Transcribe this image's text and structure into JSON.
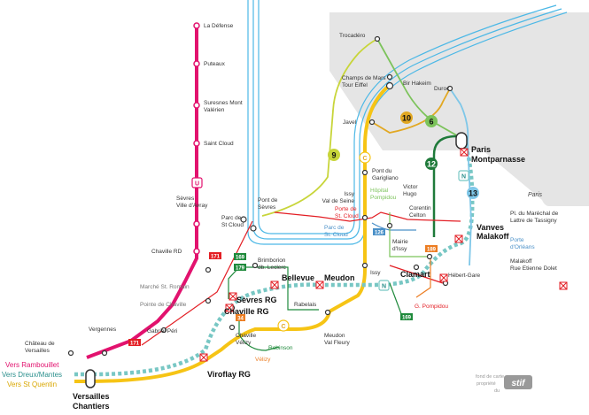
{
  "colors": {
    "paris_area": "#e5e5e5",
    "seine": "#4cb8e6",
    "line_u": "#e2126e",
    "rer_c": "#f6c415",
    "tram_n": "#78c7c4",
    "line_6": "#7cc35b",
    "line_9": "#c8d53a",
    "line_10": "#e2a823",
    "line_12": "#1f7a3a",
    "line_13": "#7fc7e8",
    "bus_red": "#e31e24",
    "bus_green": "#1f8a3c",
    "bus_blue": "#4a90c8",
    "bus_orange": "#ec7d22"
  },
  "area_label": "Paris",
  "stations": {
    "la_defense": "La Défense",
    "puteaux": "Puteaux",
    "suresnes": [
      "Suresnes Mont",
      "Valérien"
    ],
    "saint_cloud": "Saint Cloud",
    "sevres_ville": [
      "Sèvres",
      "Ville d'Avray"
    ],
    "chaville_rd": "Chaville RD",
    "marche_st_romain": "Marché St. Romain",
    "pointe_chaville": "Pointe de Chaville",
    "vergennes": "Vergennes",
    "gabriel_peri": "Gabriel Péri",
    "chateau_versailles": [
      "Château de",
      "Versailles"
    ],
    "pont_sevres": [
      "Pont de",
      "Sèvres"
    ],
    "parc_st_cloud": [
      "Parc de",
      "St Cloud"
    ],
    "brimborion": [
      "Brimborion",
      "db. Leclerc"
    ],
    "sevres_rg": "Sèvres RG",
    "chaville_rg": "Chaville RG",
    "viroflay_rg": "Viroflay RG",
    "chaville_velizy": [
      "Chaville",
      "Vélizy"
    ],
    "velizy": "Vélizy",
    "robinson": "Robinson",
    "bellevue": "Bellevue",
    "meudon": "Meudon",
    "rabelais": "Rabelais",
    "meudon_val_fleury": [
      "Meudon",
      "Val Fleury"
    ],
    "issy": "Issy",
    "issy_val_seine": [
      "Issy",
      "Val de Seine"
    ],
    "hopital_pompidou": [
      "Hôpital",
      "Pompidou"
    ],
    "porte_st_cloud": [
      "Porte de",
      "St. Cloud"
    ],
    "parc_st_cloud_13": [
      "Parc de",
      "St. Cloud"
    ],
    "pont_garigliano": [
      "Pont du",
      "Garigliano"
    ],
    "victor_hugo": [
      "Victor",
      "Hugo"
    ],
    "corentin_celton": [
      "Corentin",
      "Celton"
    ],
    "mairie_issy": [
      "Mairie",
      "d'Issy"
    ],
    "clamart": "Clamart",
    "hebert_gare": "Hébert-Gare",
    "g_pompidou": "G. Pompidou",
    "trocadero": "Trocadéro",
    "champs_de_mars": [
      "Champs de Mars",
      "Tour Eiffel"
    ],
    "bir_hakeim": "Bir Hakeim",
    "javel": "Javel",
    "duroc": "Duroc",
    "paris_montparnasse": [
      "Paris",
      "Montparnasse"
    ],
    "vanves_malakoff": [
      "Vanves",
      "Malakoff"
    ],
    "pl_marechal": [
      "Pl. du Maréchal de",
      "Lattre de Tassigny"
    ],
    "porte_orleans": [
      "Porte",
      "d'Orléans"
    ],
    "malakoff_dolet": [
      "Malakoff",
      "Rue Etienne Dolet"
    ],
    "versailles_chantiers": [
      "Versailles",
      "Chantiers"
    ]
  },
  "line_labels": {
    "u": "U",
    "c": "C",
    "n": "N",
    "m6": "6",
    "m9": "9",
    "m10": "10",
    "m12": "12",
    "m13": "13"
  },
  "bus_badges": [
    "171",
    "171",
    "169",
    "179",
    "34",
    "126",
    "189",
    "169"
  ],
  "destinations": [
    "Vers Rambouillet",
    "Vers Dreux/Mantes",
    "Vers St Quentin"
  ],
  "credit": [
    "fond de carte",
    "propriété",
    "du",
    "stif"
  ]
}
